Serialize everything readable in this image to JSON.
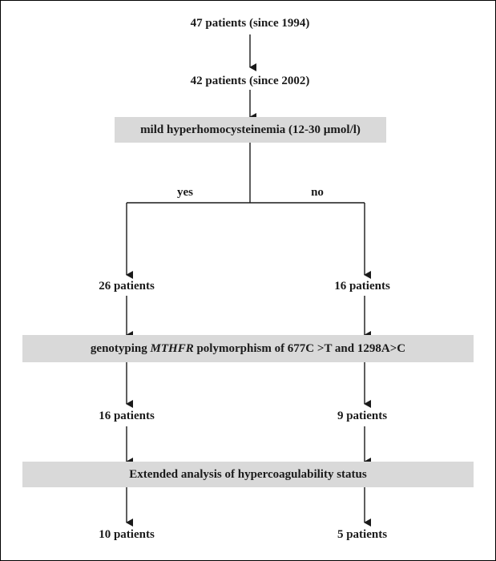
{
  "nodes": {
    "total_1994": "47 patients (since 1994)",
    "total_2002": "42 patients (since 2002)",
    "screening": "mild hyperhomocysteinemia (12-30 µmol/l)",
    "branch_yes": "yes",
    "branch_no": "no",
    "yes_count": "26 patients",
    "no_count": "16 patients",
    "genotyping": {
      "prefix": "genotyping ",
      "gene": "MTHFR",
      "suffix": " polymorphism of 677C >T and 1298A>C"
    },
    "yes_genotyped": "16 patients",
    "no_genotyped": "9 patients",
    "extended": "Extended analysis of hypercoagulability status",
    "yes_final": "10 patients",
    "no_final": "5 patients"
  },
  "colors": {
    "box_fill": "#d9d9d9",
    "line": "#1a1a1a",
    "text": "#1a1a1a"
  }
}
